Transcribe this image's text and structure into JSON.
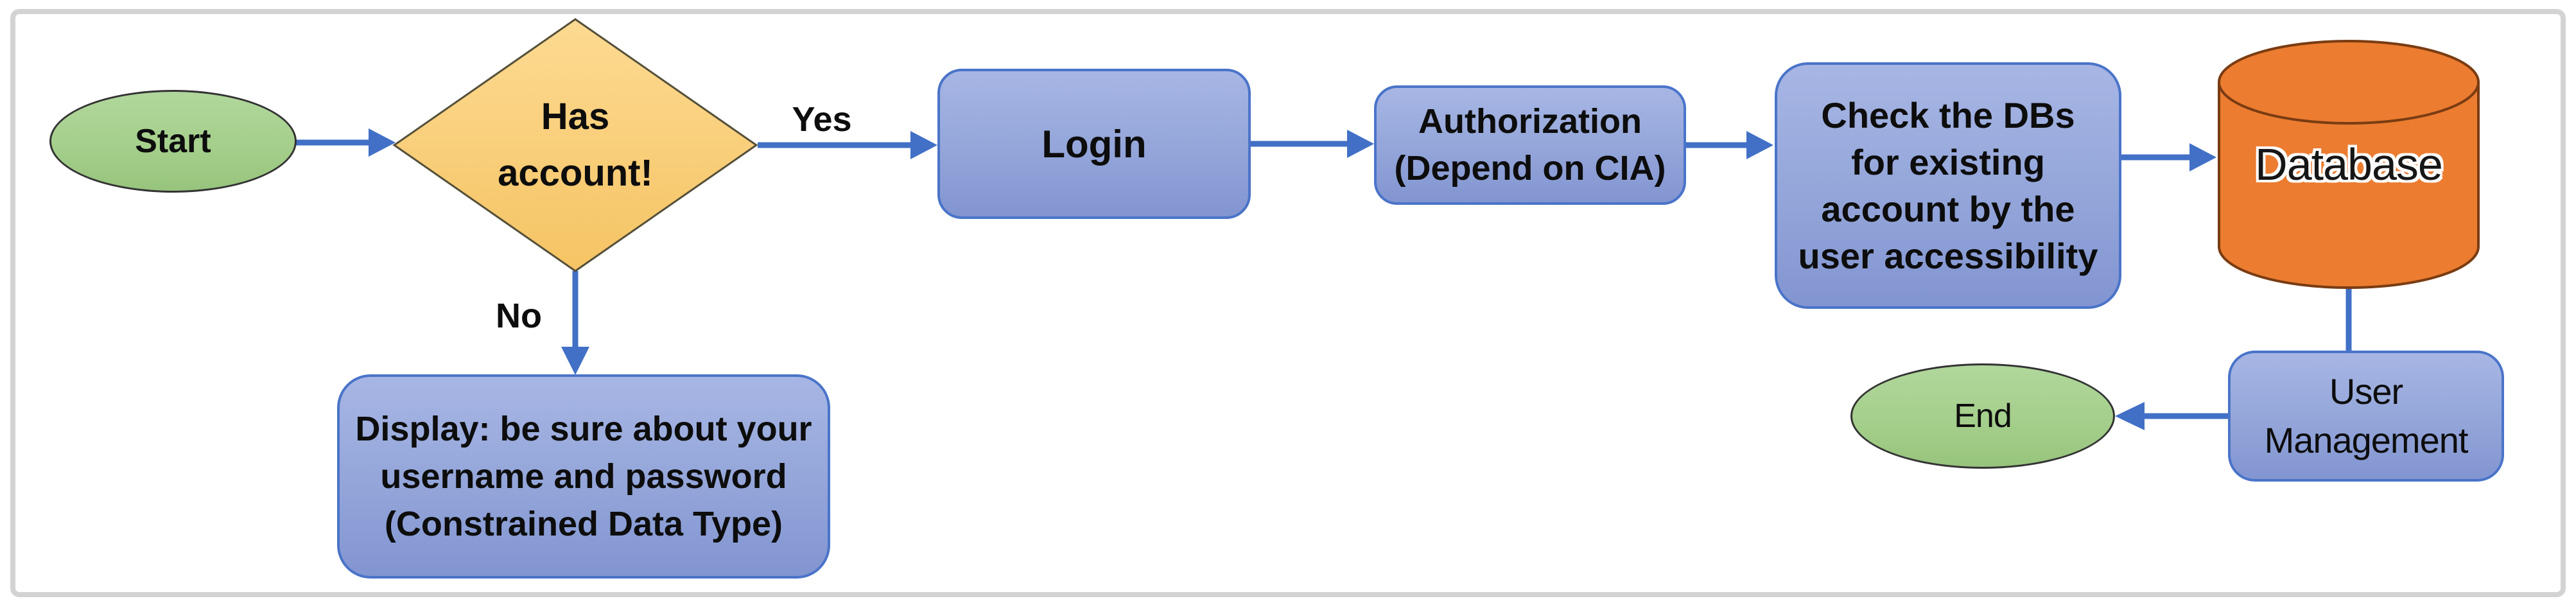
{
  "nodes": {
    "start": {
      "label": "Start"
    },
    "decision": {
      "lines": [
        "Has",
        "account!"
      ]
    },
    "login": {
      "label": "Login"
    },
    "authorization": {
      "lines": [
        "Authorization",
        "(Depend on CIA)"
      ]
    },
    "check_dbs": {
      "lines": [
        "Check the DBs",
        "for existing",
        "account by the",
        "user accessibility"
      ]
    },
    "database": {
      "label": "Database"
    },
    "user_management": {
      "lines": [
        "User",
        "Management"
      ]
    },
    "end": {
      "label": "End"
    },
    "display_message": {
      "lines": [
        "Display: be sure about your",
        "username and password",
        "(Constrained Data Type)"
      ]
    }
  },
  "edges": {
    "yes_label": "Yes",
    "no_label": "No"
  },
  "colors": {
    "arrow_blue": "#4170C6",
    "process_fill_top": "#A7B6E4",
    "process_fill_bottom": "#8295D1",
    "process_border": "#4A74C9",
    "terminator_fill": "#A5CF8C",
    "terminator_border": "#333333",
    "decision_fill_top": "#FDDA92",
    "decision_fill_bottom": "#F5C464",
    "decision_border": "#55503A",
    "database_fill": "#EC7C30",
    "database_border": "#7A3C12",
    "frame_border": "#D3D3D3",
    "text_color": "#0D0D0D"
  }
}
